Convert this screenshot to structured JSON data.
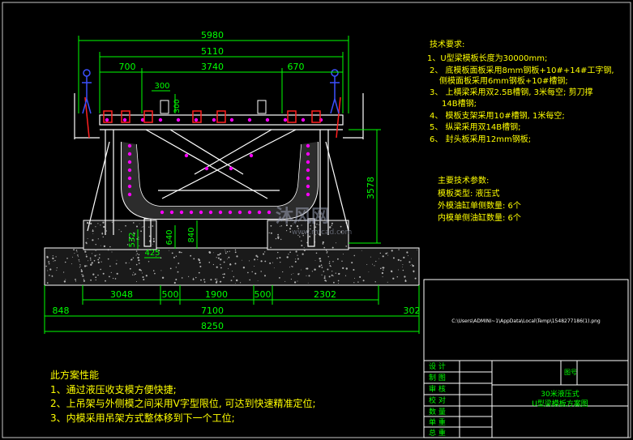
{
  "colors": {
    "background": "#000000",
    "frame": "#c8c8c8",
    "structure": "#ffffff",
    "dimension": "#00ff00",
    "hydraulic": "#ff00ff",
    "concrete": "#b4b4b4",
    "accent_red": "#ff2020",
    "worker_blue": "#3c50ff",
    "note_text": "#ffff00",
    "titleblock_line": "#ffffff",
    "titleblock_text": "#00ff00"
  },
  "dimensions": {
    "overall_top": "5980",
    "top_second": "5110",
    "left_700": "700",
    "center_3740": "3740",
    "right_670": "670",
    "small_300": "300",
    "small_300v": "300",
    "height_3578": "3578",
    "h_532": "532",
    "h_640": "640",
    "h_840": "840",
    "w_425": "425",
    "bottom_3048": "3048",
    "bottom_500a": "500",
    "bottom_1900": "1900",
    "bottom_500b": "500",
    "bottom_2302": "2302",
    "bottom_848": "848",
    "bottom_7100": "7100",
    "bottom_302": "302",
    "bottom_8250": "8250"
  },
  "technical_requirements": {
    "title": "技术要求:",
    "items": [
      "1、U型梁模板长度为30000mm;",
      "2、 底模板面板采用8mm钢板+10#+14#工字钢,",
      "侧模面板采用6mm钢板+10#槽钢;",
      "3、 上横梁采用双2.5B槽钢, 3米每空; 剪刀撑",
      "14B槽钢;",
      "4、 模板支架采用10#槽钢, 1米每空;",
      "5、 纵梁采用双14B槽钢;",
      "6、 封头板采用12mm钢板;"
    ]
  },
  "main_parameters": {
    "title": "主要技术参数:",
    "items": [
      "模板类型: 液压式",
      "外模油缸单侧数量: 6个",
      "内模单侧油缸数量: 6个"
    ]
  },
  "watermark": {
    "brand": "沐风网",
    "url": "www.mfcad.com"
  },
  "image_path": "C:\\Users\\ADMINI~1\\AppData\\Local\\Temp\\1548277186(1).png",
  "performance": {
    "title": "此方案性能",
    "items": [
      "1、通过液压收支模方便快捷;",
      "2、上吊架与外侧模之间采用V字型限位, 可达到快速精准定位;",
      "3、内模采用吊架方式整体移到下一个工位;"
    ]
  },
  "title_block": {
    "rows": [
      "设 计",
      "制 图",
      "审 核",
      "校 对"
    ],
    "drawing_no_label": "图号",
    "title_line1": "30米液压式",
    "title_line2": "U型梁模板方案图",
    "lower_rows": [
      "数 量",
      "单 重",
      "总 重"
    ]
  }
}
